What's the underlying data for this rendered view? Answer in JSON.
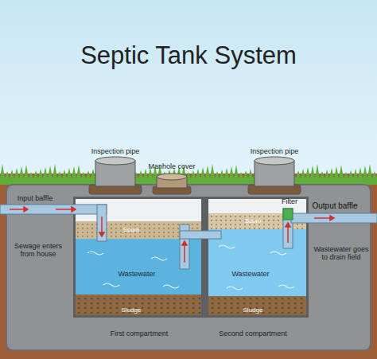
{
  "diagram": {
    "title": "Septic Tank System",
    "labels": [
      "Inspection pipe",
      "Manhole cover",
      "Inspection pipe",
      "Input baffle",
      "Filter",
      "Output baffle",
      "Sewage enters from house",
      "Scum",
      "Scum",
      "Wastewater goes to drain field",
      "Wastewater",
      "Wastewater",
      "Sludge",
      "Sludge",
      "First compartment",
      "Second compartment"
    ]
  }
}
